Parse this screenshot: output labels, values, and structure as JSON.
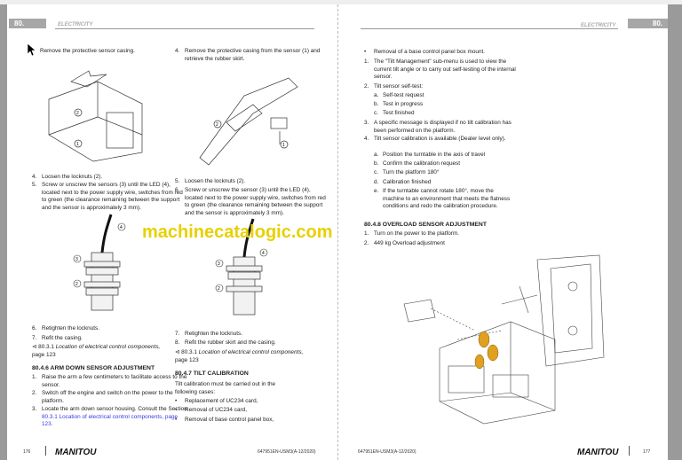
{
  "header": {
    "chapter": "80.",
    "section": "ELECTRICITY"
  },
  "left": {
    "col1_top": "Remove the protective sensor casing.",
    "col1_steps": [
      {
        "n": "4.",
        "t": "Loosen the locknuts (2)."
      },
      {
        "n": "5.",
        "t": "Screw or unscrew the sensors (3) until the LED (4), located next to the power supply wire, switches from red to green (the clearance remaining between the support and the sensor is approximately 3 mm)."
      }
    ],
    "col1_after": [
      {
        "n": "6.",
        "t": "Retighten the locknuts."
      },
      {
        "n": "7.",
        "t": "Refit the casing."
      }
    ],
    "ref": {
      "num": "80.3.1",
      "text": "Location of electrical control components,",
      "page": "page 123"
    },
    "heading_arm": "80.4.6 ARM DOWN SENSOR ADJUSTMENT",
    "arm_steps": [
      {
        "n": "1.",
        "t": "Raise the arm a few centimeters to facilitate access to the sensor."
      },
      {
        "n": "2.",
        "t": "Switch off the engine and switch on the power to the platform."
      },
      {
        "n": "3.",
        "t": "Locate the arm down sensor housing. Consult the Section",
        "link": "80.3.1 Location of electrical control components, page 123."
      }
    ],
    "col2_top": {
      "n": "4.",
      "t": "Remove the protective casing from the sensor (1) and retrieve the rubber skirt."
    },
    "col2_steps": [
      {
        "n": "5.",
        "t": "Loosen the locknuts (2)."
      },
      {
        "n": "6.",
        "t": "Screw or unscrew the sensor (3) until the LED (4), located next to the power supply wire, switches from red to green (the clearance remaining between the support and the sensor is approximately 3 mm)."
      }
    ],
    "col2_after": [
      {
        "n": "7.",
        "t": "Retighten the locknuts."
      },
      {
        "n": "8.",
        "t": "Refit the rubber skirt and the casing."
      }
    ],
    "heading_tilt": "80.4.7 TILT CALIBRATION",
    "tilt_intro": "Tilt calibration must be carried out in the following cases:",
    "tilt_cases": [
      "Replacement of UC234 card,",
      "Removal of UC234 card,",
      "Removal of base control panel box,"
    ],
    "footer": {
      "page": "176",
      "code": "647951EN-USM3(A-12/2020)"
    }
  },
  "right": {
    "bullet": "Removal of a base control panel box mount.",
    "s1": {
      "n": "1.",
      "t": "The \"Tilt Management\" sub-menu is used to view the current tilt angle or to carry out self-testing of the internal sensor."
    },
    "s2": {
      "n": "2.",
      "t": "Tilt sensor self-test:"
    },
    "s2_sub": [
      {
        "n": "a.",
        "t": "Self-test request"
      },
      {
        "n": "b.",
        "t": "Test in progress"
      },
      {
        "n": "c.",
        "t": "Test finished"
      }
    ],
    "s3": {
      "n": "3.",
      "t": "A specific message is displayed if no tilt calibration has been performed on the platform."
    },
    "s4": {
      "n": "4.",
      "t": "Tilt sensor calibration is available (Dealer level only)."
    },
    "s4_sub": [
      {
        "n": "a.",
        "t": "Position the turntable in the axis of travel"
      },
      {
        "n": "b.",
        "t": "Confirm the calibration request"
      },
      {
        "n": "c.",
        "t": "Turn the platform 180°"
      },
      {
        "n": "d.",
        "t": "Calibration finished"
      },
      {
        "n": "e.",
        "t": "If the turntable cannot rotate 180°, move the machine to an environment that meets the flatness conditions and redo the calibration procedure."
      }
    ],
    "heading": "80.4.8 OVERLOAD SENSOR ADJUSTMENT",
    "steps": [
      {
        "n": "1.",
        "t": "Turn on the power to the platform."
      },
      {
        "n": "2.",
        "t": "449 kg Overload adjustment"
      }
    ],
    "footer": {
      "page": "177",
      "code": "647951EN-USM3(A-12/2020)"
    }
  },
  "brand": "MANITOU",
  "watermark": "machinecatalogic.com",
  "callouts": [
    "1",
    "2",
    "3",
    "4"
  ]
}
